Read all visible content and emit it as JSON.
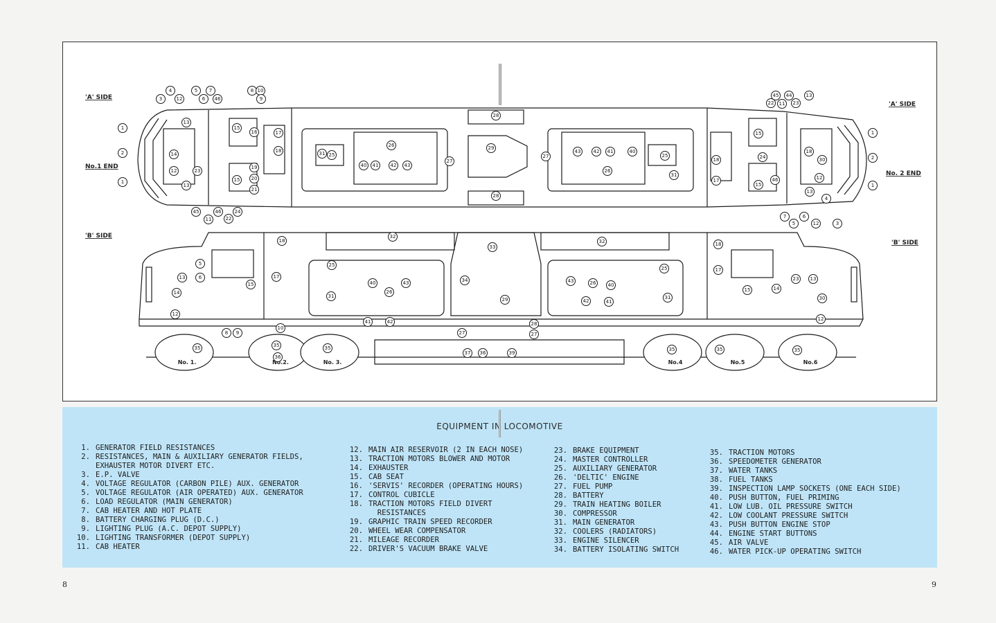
{
  "diagram": {
    "top_view": {
      "side_label_left": "'A' SIDE",
      "side_label_right": "'A' SIDE",
      "end_label_left": "No.1 END",
      "end_label_right": "No. 2 END"
    },
    "side_view": {
      "side_label_left": "'B' SIDE",
      "side_label_right": "'B' SIDE"
    },
    "bogie_labels": [
      "No. 1.",
      "No.2.",
      "No. 3.",
      "No.4",
      "No.5",
      "No.6"
    ],
    "line_color": "#1a1a1a"
  },
  "legend": {
    "title": "EQUIPMENT IN LOCOMOTIVE",
    "background_color": "#bfe4f7",
    "columns": [
      [
        {
          "n": "1.",
          "t": "GENERATOR FIELD RESISTANCES"
        },
        {
          "n": "2.",
          "t": "RESISTANCES, MAIN & AUXILIARY GENERATOR FIELDS,\nEXHAUSTER MOTOR DIVERT ETC."
        },
        {
          "n": "3.",
          "t": "E.P. VALVE"
        },
        {
          "n": "4.",
          "t": "VOLTAGE REGULATOR (CARBON PILE) AUX. GENERATOR"
        },
        {
          "n": "5.",
          "t": "VOLTAGE REGULATOR (AIR OPERATED) AUX. GENERATOR"
        },
        {
          "n": "6.",
          "t": "LOAD REGULATOR (MAIN GENERATOR)"
        },
        {
          "n": "7.",
          "t": "CAB HEATER AND HOT PLATE"
        },
        {
          "n": "8.",
          "t": "BATTERY CHARGING PLUG (D.C.)"
        },
        {
          "n": "9.",
          "t": "LIGHTING PLUG (A.C. DEPOT SUPPLY)"
        },
        {
          "n": "10.",
          "t": "LIGHTING TRANSFORMER (DEPOT SUPPLY)"
        },
        {
          "n": "11.",
          "t": "CAB HEATER"
        }
      ],
      [
        {
          "n": "12.",
          "t": "MAIN AIR RESERVOIR (2 IN EACH NOSE)"
        },
        {
          "n": "13.",
          "t": "TRACTION MOTORS BLOWER AND MOTOR"
        },
        {
          "n": "14.",
          "t": "EXHAUSTER"
        },
        {
          "n": "15.",
          "t": "CAB SEAT"
        },
        {
          "n": "16.",
          "t": "'SERVIS' RECORDER (OPERATING HOURS)"
        },
        {
          "n": "17.",
          "t": "CONTROL CUBICLE"
        },
        {
          "n": "18.",
          "t": "TRACTION MOTORS FIELD DIVERT\n  RESISTANCES"
        },
        {
          "n": "19.",
          "t": "GRAPHIC TRAIN SPEED RECORDER"
        },
        {
          "n": "20.",
          "t": "WHEEL WEAR COMPENSATOR"
        },
        {
          "n": "21.",
          "t": "MILEAGE RECORDER"
        },
        {
          "n": "22.",
          "t": "DRIVER'S VACUUM BRAKE VALVE"
        }
      ],
      [
        {
          "n": "23.",
          "t": "BRAKE EQUIPMENT"
        },
        {
          "n": "24.",
          "t": "MASTER CONTROLLER"
        },
        {
          "n": "25.",
          "t": "AUXILIARY GENERATOR"
        },
        {
          "n": "26.",
          "t": "'DELTIC' ENGINE"
        },
        {
          "n": "27.",
          "t": "FUEL PUMP"
        },
        {
          "n": "28.",
          "t": "BATTERY"
        },
        {
          "n": "29.",
          "t": "TRAIN HEATING BOILER"
        },
        {
          "n": "30.",
          "t": "COMPRESSOR"
        },
        {
          "n": "31.",
          "t": "MAIN GENERATOR"
        },
        {
          "n": "32.",
          "t": "COOLERS (RADIATORS)"
        },
        {
          "n": "33.",
          "t": "ENGINE SILENCER"
        },
        {
          "n": "34.",
          "t": "BATTERY ISOLATING SWITCH"
        }
      ],
      [
        {
          "n": "35.",
          "t": "TRACTION MOTORS"
        },
        {
          "n": "36.",
          "t": "SPEEDOMETER GENERATOR"
        },
        {
          "n": "37.",
          "t": "WATER TANKS"
        },
        {
          "n": "38.",
          "t": "FUEL TANKS"
        },
        {
          "n": "39.",
          "t": "INSPECTION LAMP SOCKETS (ONE EACH SIDE)"
        },
        {
          "n": "40.",
          "t": "PUSH BUTTON, FUEL PRIMING"
        },
        {
          "n": "41.",
          "t": "LOW LUB. OIL PRESSURE SWITCH"
        },
        {
          "n": "42.",
          "t": "LOW COOLANT PRESSURE SWITCH"
        },
        {
          "n": "43.",
          "t": "PUSH BUTTON ENGINE STOP"
        },
        {
          "n": "44.",
          "t": "ENGINE START BUTTONS"
        },
        {
          "n": "45.",
          "t": "AIR VALVE"
        },
        {
          "n": "46.",
          "t": "WATER PICK-UP OPERATING SWITCH"
        }
      ]
    ]
  },
  "page_numbers": {
    "left": "8",
    "right": "9"
  }
}
